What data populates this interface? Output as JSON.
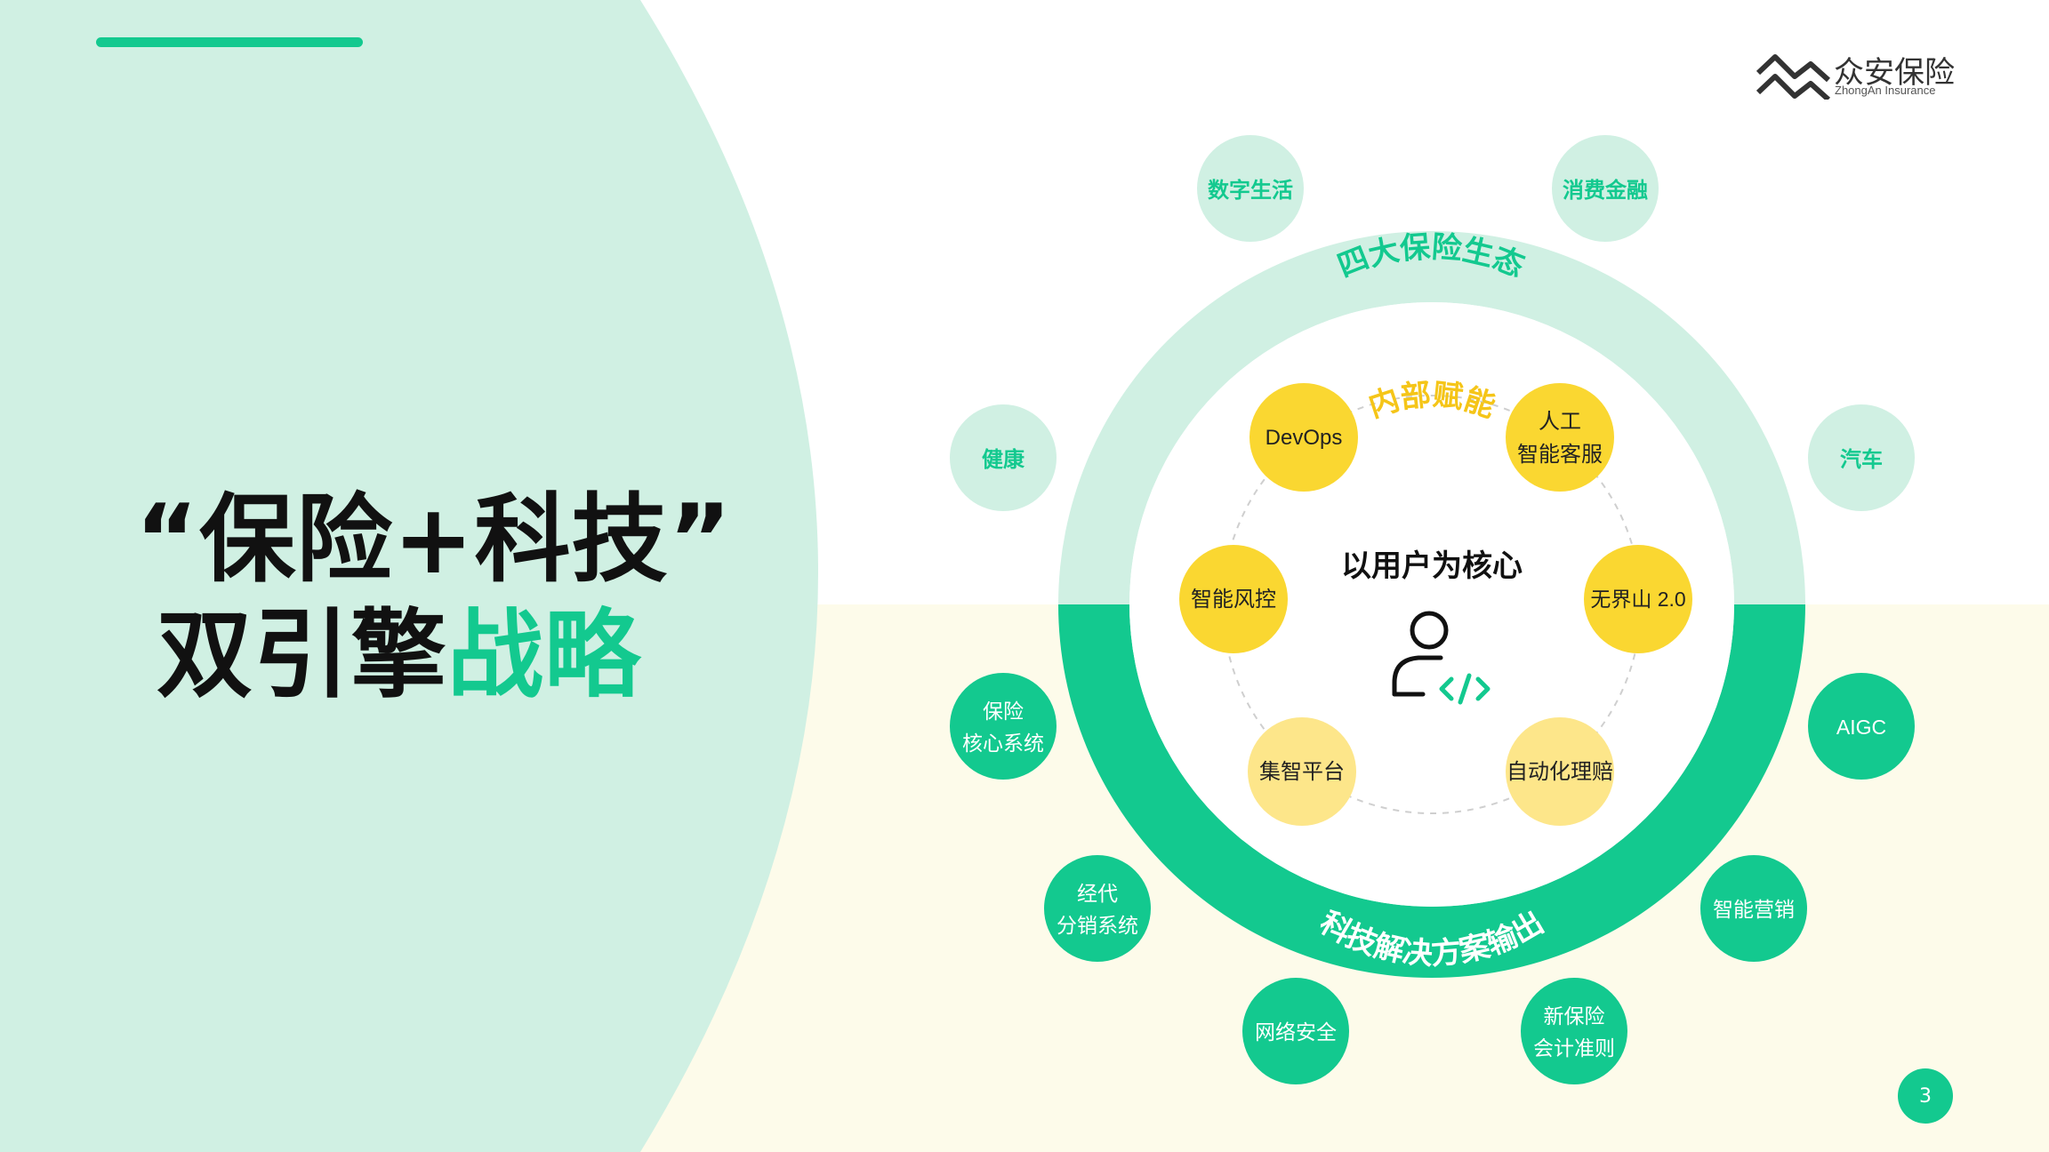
{
  "title": {
    "line1": "“保险+科技”",
    "line2_prefix": "双引擎",
    "line2_highlight": "战略"
  },
  "logo": {
    "name": "众安保险",
    "subtitle": "ZhongAn Insurance"
  },
  "page_number": "3",
  "colors": {
    "brand_green": "#13c98f",
    "mint": "#d0f0e3",
    "cream": "#fdfbea",
    "yellow": "#fad731",
    "light_yellow": "#fde68a",
    "yellow_text": "#f5c518"
  },
  "diagram": {
    "center_title": "以用户为核心",
    "center_icon": "user-developer-icon",
    "outer_ring_top_label": "四大保险生态",
    "outer_ring_bottom_label": "科技解决方案输出",
    "inner_ring_label": "内部赋能",
    "ecosystems": [
      "数字生活",
      "消费金融",
      "健康",
      "汽车"
    ],
    "tech_solutions": [
      [
        "保险",
        "核心系统"
      ],
      [
        "经代",
        "分销系统"
      ],
      [
        "网络安全"
      ],
      [
        "新保险",
        "会计准则"
      ],
      [
        "智能营销"
      ],
      [
        "AIGC"
      ]
    ],
    "internal": {
      "devops": "DevOps",
      "service": [
        "人工",
        "智能客服"
      ],
      "risk": "智能风控",
      "wujieshan": "无界山 2.0",
      "jizhi": "集智平台",
      "claims": "自动化理赔"
    }
  }
}
